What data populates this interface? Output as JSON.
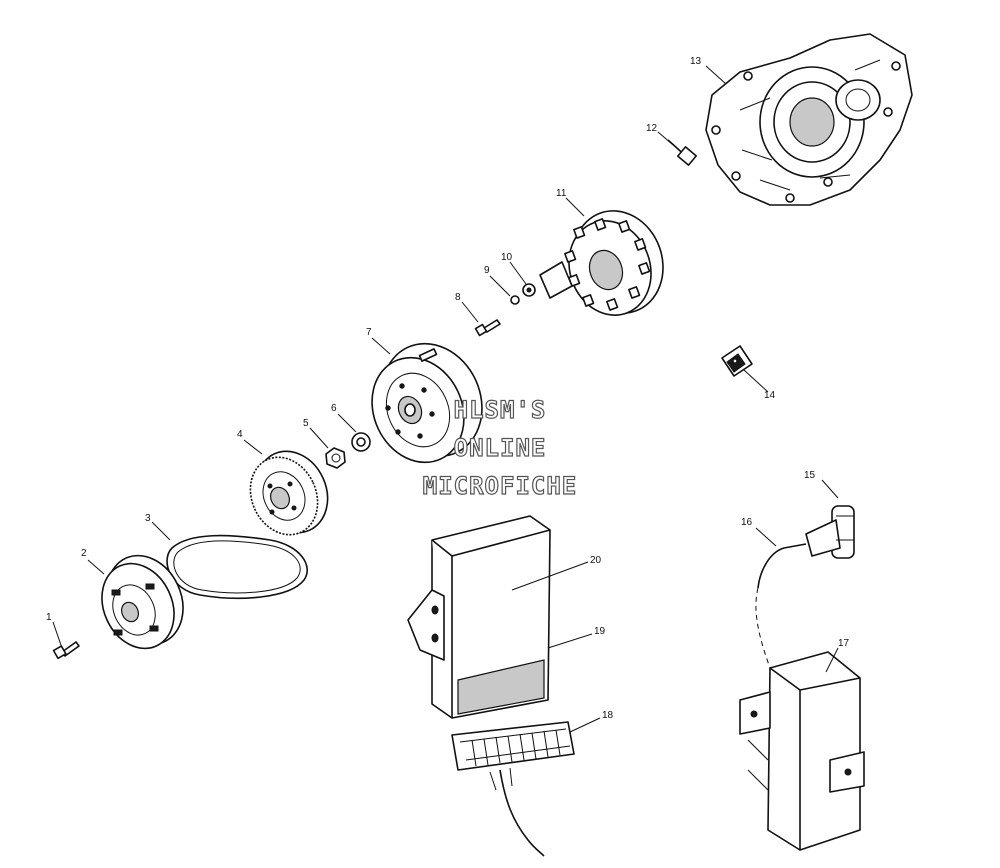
{
  "watermark": {
    "line1": "HLSM'S",
    "line2": "ONLINE",
    "line3": "MICROFICHE"
  },
  "callouts": [
    {
      "id": "1",
      "label": "1"
    },
    {
      "id": "2",
      "label": "2"
    },
    {
      "id": "3",
      "label": "3"
    },
    {
      "id": "4",
      "label": "4"
    },
    {
      "id": "5",
      "label": "5"
    },
    {
      "id": "6",
      "label": "6"
    },
    {
      "id": "7",
      "label": "7"
    },
    {
      "id": "8",
      "label": "8"
    },
    {
      "id": "9",
      "label": "9"
    },
    {
      "id": "10",
      "label": "10"
    },
    {
      "id": "11",
      "label": "11"
    },
    {
      "id": "12",
      "label": "12"
    },
    {
      "id": "13",
      "label": "13"
    },
    {
      "id": "14",
      "label": "14"
    },
    {
      "id": "15",
      "label": "15"
    },
    {
      "id": "16",
      "label": "16"
    },
    {
      "id": "17",
      "label": "17"
    },
    {
      "id": "18",
      "label": "18"
    },
    {
      "id": "19",
      "label": "19"
    },
    {
      "id": "20",
      "label": "20"
    }
  ]
}
